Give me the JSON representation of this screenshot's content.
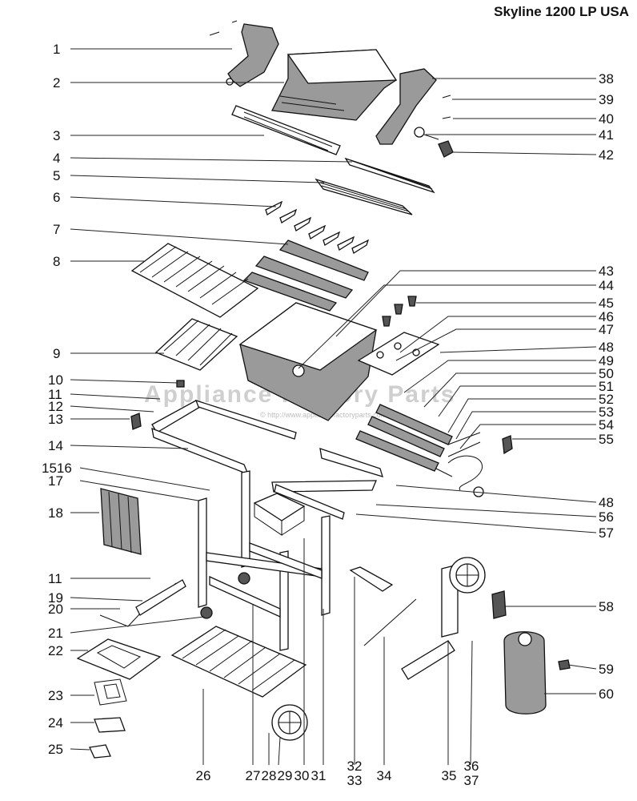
{
  "title": "Skyline 1200 LP USA",
  "watermark": "Appliance Factory Parts",
  "watermark_url": "© http://www.appliancefactoryparts.com",
  "callouts_left": [
    "1",
    "2",
    "3",
    "4",
    "5",
    "6",
    "7",
    "8",
    "9",
    "10",
    "11",
    "12",
    "13",
    "14",
    "1516",
    "17",
    "18",
    "11",
    "19",
    "20",
    "21",
    "22",
    "23",
    "24",
    "25"
  ],
  "callouts_right": [
    "38",
    "39",
    "40",
    "41",
    "42",
    "43",
    "44",
    "45",
    "46",
    "47",
    "48",
    "49",
    "50",
    "51",
    "52",
    "53",
    "54",
    "55",
    "48",
    "56",
    "57",
    "58",
    "59",
    "60"
  ],
  "callouts_bottom": [
    "26",
    "27",
    "28",
    "29",
    "30",
    "31",
    "32",
    "33",
    "34",
    "35",
    "36",
    "37"
  ]
}
